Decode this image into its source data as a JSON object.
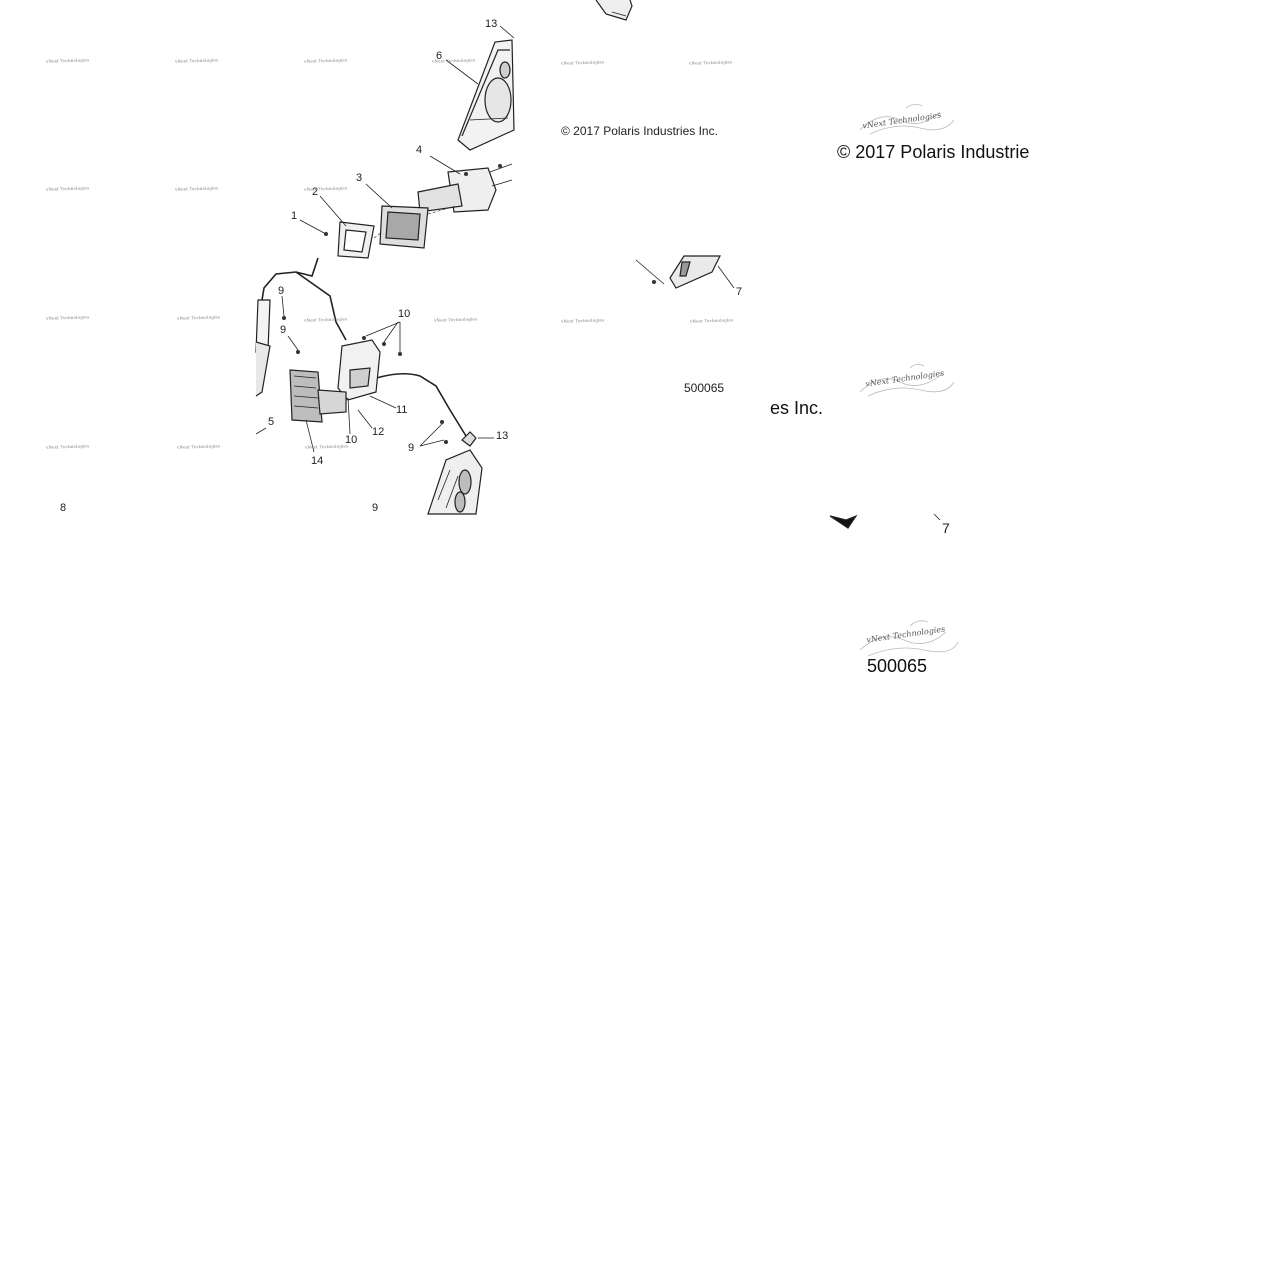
{
  "copyright": "© 2017 Polaris Industries Inc.",
  "copyright_cropped": "© 2017 Polaris Industrie",
  "copyright_tail": "es Inc.",
  "diagram_number": "500065",
  "watermark": "vNext Technologies",
  "callouts": {
    "c1": "1",
    "c2": "2",
    "c3": "3",
    "c4": "4",
    "c5": "5",
    "c6": "6",
    "c7": "7",
    "c8": "8",
    "c9": "9",
    "c10": "10",
    "c11": "11",
    "c12": "12",
    "c13": "13",
    "c14": "14"
  }
}
